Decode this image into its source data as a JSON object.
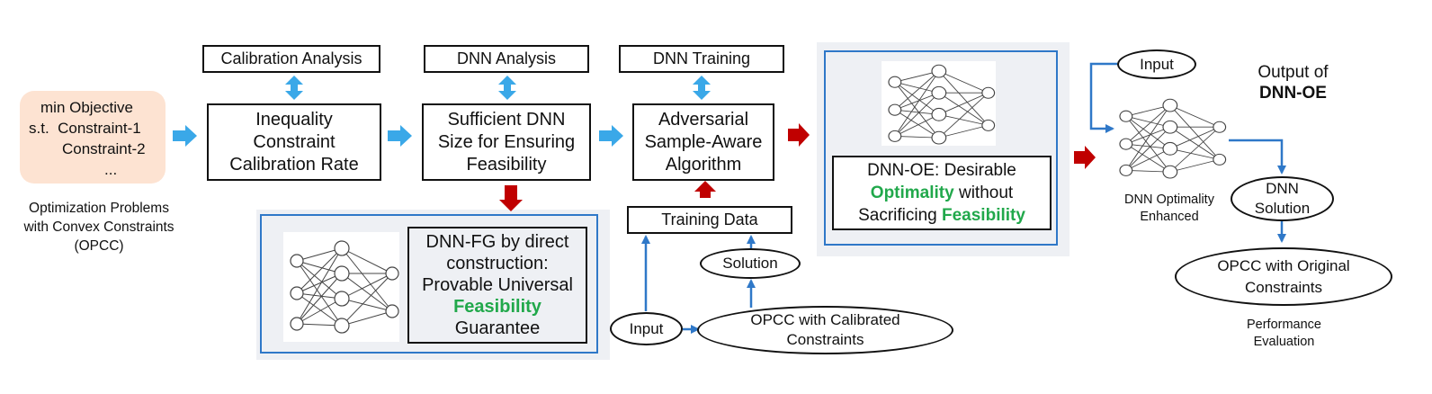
{
  "opcc_problem": {
    "line1": "min Objective",
    "line2": "s.t.  Constraint-1",
    "line3": "Constraint-2",
    "line4": "...",
    "caption": [
      "Optimization Problems",
      "with Convex Constraints",
      "(OPCC)"
    ]
  },
  "analysis_labels": {
    "calibration": "Calibration Analysis",
    "dnn_analysis": "DNN Analysis",
    "dnn_training": "DNN Training"
  },
  "main_boxes": {
    "calibration_rate": [
      "Inequality",
      "Constraint",
      "Calibration Rate"
    ],
    "dnn_size": [
      "Sufficient DNN",
      "Size for Ensuring",
      "Feasibility"
    ],
    "adversarial": [
      "Adversarial",
      "Sample-Aware",
      "Algorithm"
    ]
  },
  "dnn_fg": {
    "line1": "DNN-FG by direct",
    "line2": "construction:",
    "line3": "Provable Universal",
    "highlight": "Feasibility",
    "line5": "Guarantee"
  },
  "training": {
    "training_data": "Training Data",
    "solution": "Solution",
    "input": "Input",
    "opcc_calibrated": [
      "OPCC with Calibrated",
      "Constraints"
    ]
  },
  "dnn_oe": {
    "line1": "DNN-OE: Desirable",
    "highlight1": "Optimality",
    "line2_rest": " without",
    "line3_start": "Sacrificing ",
    "highlight2": "Feasibility"
  },
  "output": {
    "input": "Input",
    "title_line1": "Output of",
    "title_line2": "DNN-OE",
    "enhanced_caption": [
      "DNN Optimality",
      "Enhanced"
    ],
    "dnn_solution": [
      "DNN",
      "Solution"
    ],
    "opcc_original": [
      "OPCC with Original",
      "Constraints"
    ],
    "performance": [
      "Performance",
      "Evaluation"
    ]
  },
  "colors": {
    "accent_blue": "#2f78c8",
    "arrow_cyan": "#3aa8e8",
    "arrow_red": "#c00000",
    "highlight_green": "#21a84b",
    "opcc_fill": "#fde3d2"
  }
}
